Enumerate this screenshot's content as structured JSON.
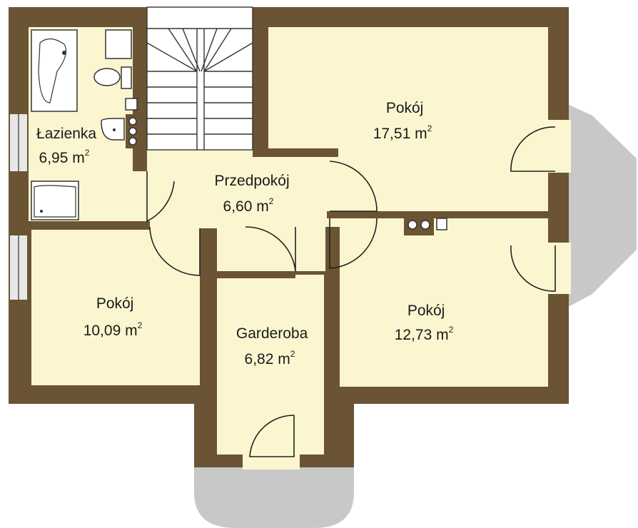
{
  "colors": {
    "wall": "#6b5433",
    "floor": "#fbf6d0",
    "bay": "#c8c8c8",
    "window": "#e8e8e8",
    "stair_bg": "#ffffff"
  },
  "rooms": [
    {
      "id": "bathroom",
      "name": "Łazienka",
      "area": "6,95 m",
      "unit_sup": "2"
    },
    {
      "id": "hall",
      "name": "Przedpokój",
      "area": "6,60 m",
      "unit_sup": "2"
    },
    {
      "id": "room_ne",
      "name": "Pokój",
      "area": "17,51 m",
      "unit_sup": "2"
    },
    {
      "id": "room_w",
      "name": "Pokój",
      "area": "10,09 m",
      "unit_sup": "2"
    },
    {
      "id": "wardrobe",
      "name": "Garderoba",
      "area": "6,82 m",
      "unit_sup": "2"
    },
    {
      "id": "room_se",
      "name": "Pokój",
      "area": "12,73 m",
      "unit_sup": "2"
    }
  ]
}
